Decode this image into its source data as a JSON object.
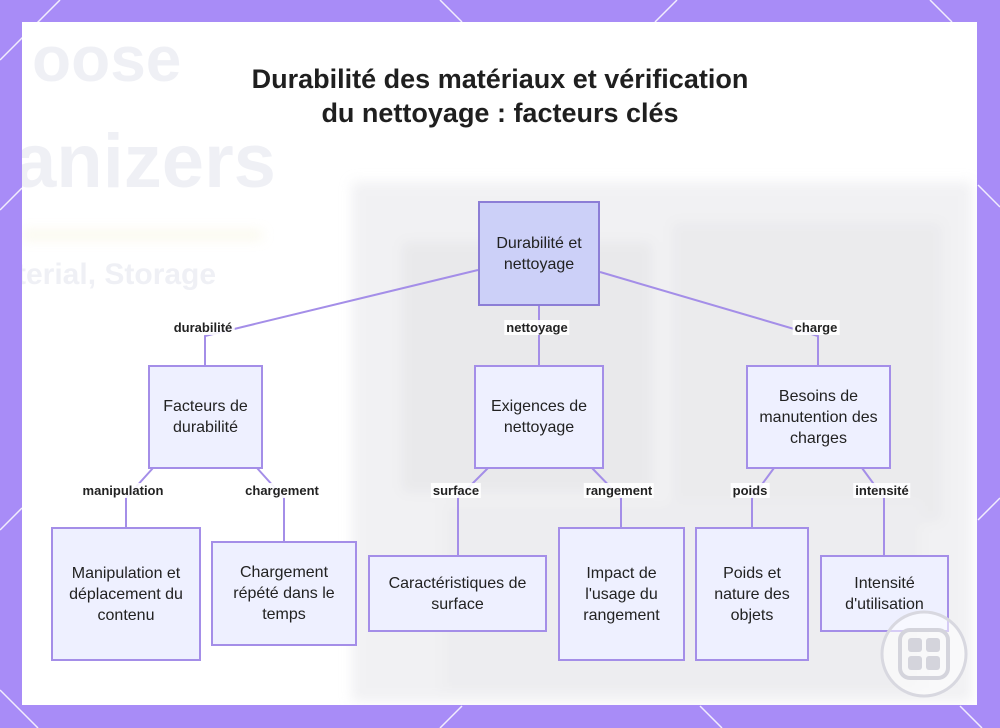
{
  "title": "Durabilité des matériaux et vérification du nettoyage : facteurs clés",
  "background_text": [
    "oose",
    "anizers",
    "terial, Storage"
  ],
  "colors": {
    "frame": "#a88cf7",
    "node_fill": "#eef0ff",
    "root_fill": "#ccd0f8",
    "node_border": "#a48ee8",
    "edge": "#a48ee8"
  },
  "nodes": {
    "root": "Durabilité et nettoyage",
    "durability_factors": "Facteurs de durabilité",
    "cleaning_requirements": "Exigences de nettoyage",
    "load_handling": "Besoins de manutention des charges",
    "handling_movement": "Manipulation et déplacement du contenu",
    "repeated_loading": "Chargement répété dans le temps",
    "surface_characteristics": "Caractéristiques de surface",
    "storage_impact": "Impact de l'usage du rangement",
    "weight_nature": "Poids et nature des objets",
    "usage_intensity": "Intensité d'utilisation"
  },
  "edge_labels": {
    "durabilite": "durabilité",
    "nettoyage": "nettoyage",
    "charge": "charge",
    "manipulation": "manipulation",
    "chargement": "chargement",
    "surface": "surface",
    "rangement": "rangement",
    "poids": "poids",
    "intensite": "intensité"
  },
  "watermark_icon": "grid-logo-icon"
}
